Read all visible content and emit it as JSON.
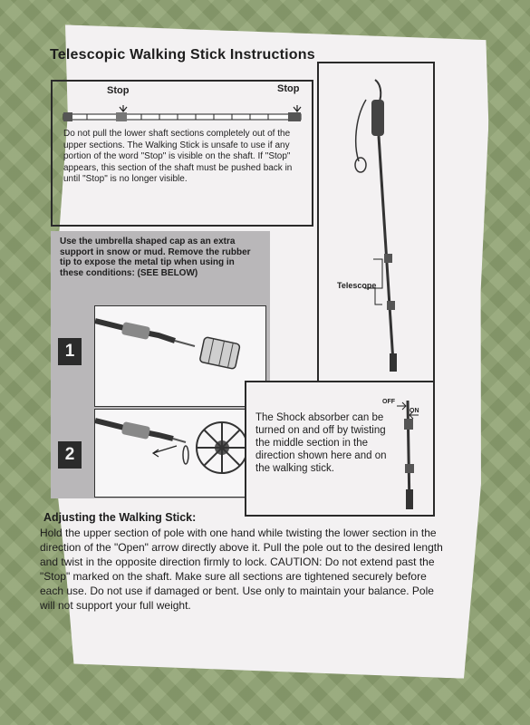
{
  "title": "Telescopic Walking Stick Instructions",
  "stop_section": {
    "label_left": "Stop",
    "label_right": "Stop",
    "text": "Do not pull the lower shaft sections completely out of the upper sections. The Walking Stick is unsafe to use if any portion of the word \"Stop\" is visible on the shaft. If \"Stop\" appears, this section of the shaft must be pushed back in until \"Stop\" is no longer visible."
  },
  "telescope_section": {
    "label": "Telescope"
  },
  "cap_section": {
    "text": "Use the umbrella shaped cap as an extra support in snow or mud. Remove the rubber tip to expose the metal tip when using in these conditions: (SEE BELOW)",
    "steps": [
      "1",
      "2"
    ]
  },
  "shock_section": {
    "off_label": "OFF",
    "on_label": "ON",
    "text": "The Shock absorber can be turned on and off by twisting the middle section in the direction shown here and on the walking stick."
  },
  "adjusting": {
    "title": "Adjusting the Walking Stick:",
    "text": "Hold the upper section of pole with one hand while twisting the lower section in the direction of the \"Open\" arrow directly above it. Pull the pole out to the desired length and twist in the opposite direction firmly to lock. CAUTION: Do not extend past the \"Stop\" marked on the shaft. Make sure all sections are tightened securely before each use. Do not use if damaged or bent. Use only to maintain your balance. Pole will not support your full weight."
  },
  "colors": {
    "background": "#8fa271",
    "paper": "#f3f1f2",
    "panel": "#b9b7b9",
    "ink": "#1e1e1e"
  }
}
